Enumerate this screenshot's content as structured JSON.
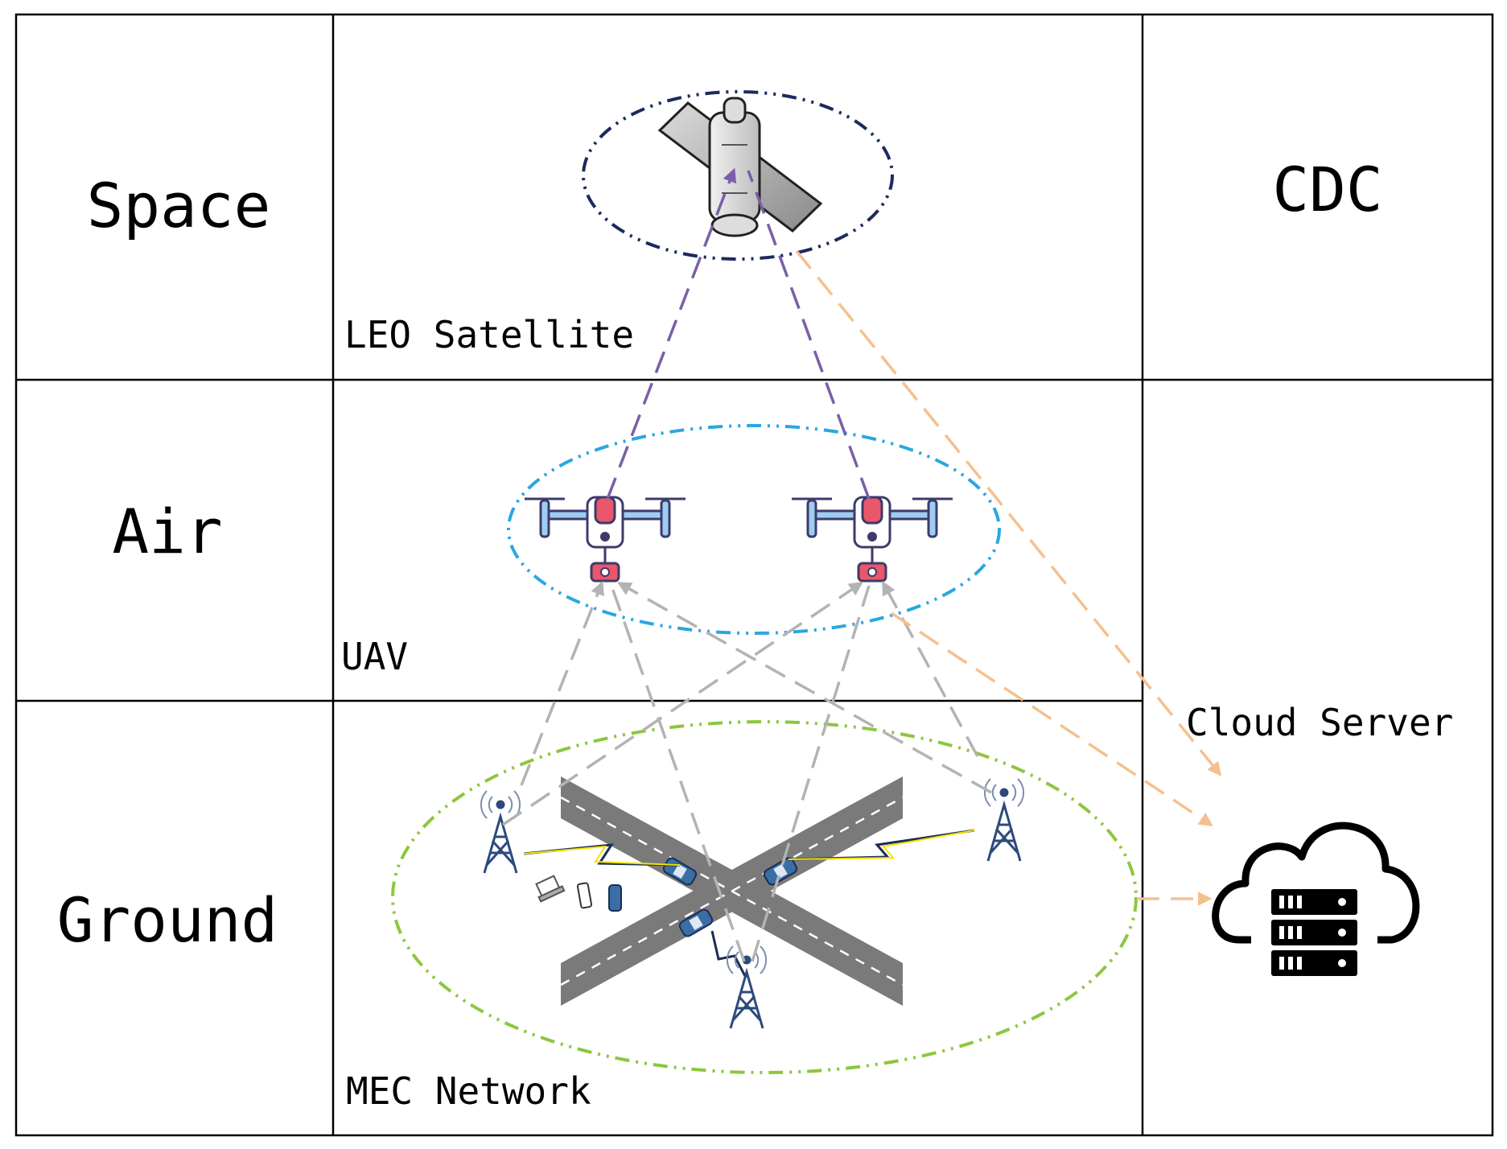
{
  "layers": {
    "space": "Space",
    "air": "Air",
    "ground": "Ground"
  },
  "labels": {
    "cdc": "CDC",
    "leo": "LEO Satellite",
    "uav": "UAV",
    "mec": "MEC Network",
    "cloud": "Cloud Server"
  },
  "colors": {
    "satellite_ellipse": "#1b2a5e",
    "uav_ellipse": "#2aa7df",
    "mec_ellipse": "#8dc63f",
    "satellite_links": "#7b5ea7",
    "uav_links": "#b3b3b3",
    "cloud_links": "#f5c08f",
    "tower": "#2c4a7c",
    "road": "#7a7a7a"
  }
}
